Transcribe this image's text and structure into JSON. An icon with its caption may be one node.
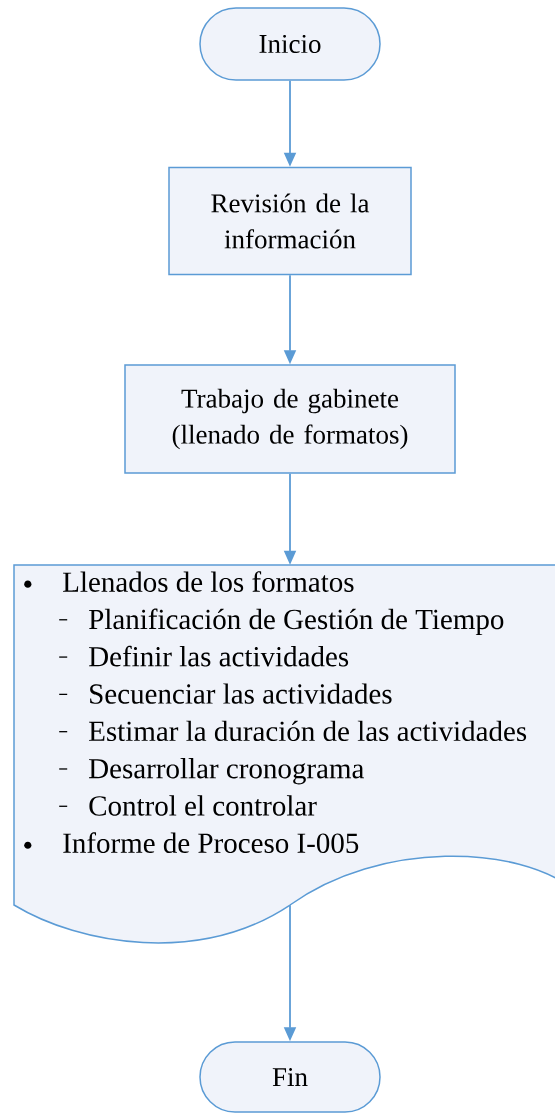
{
  "diagram": {
    "nodes": [
      {
        "text": [
          "Inicio"
        ]
      },
      {
        "text": [
          "Revisión de la información"
        ]
      },
      {
        "text": [
          "Trabajo de gabinete (llenado de formatos)"
        ]
      },
      {
        "text": [
          "Llenados de los formatos",
          "Planificación de Gestión de Tiempo",
          "Definir las actividades",
          "Secuenciar las actividades",
          "Estimar la duración de las actividades",
          "Desarrollar cronograma",
          "Control el controlar",
          "Informe de Proceso I-005"
        ]
      },
      {
        "text": [
          "Fin"
        ]
      }
    ],
    "edges": [
      {
        "from": 0,
        "to": 1,
        "arrow": "to"
      },
      {
        "from": 1,
        "to": 2,
        "arrow": "to"
      },
      {
        "from": 2,
        "to": 3,
        "arrow": "to"
      },
      {
        "from": 3,
        "to": 4,
        "arrow": "to"
      }
    ]
  }
}
